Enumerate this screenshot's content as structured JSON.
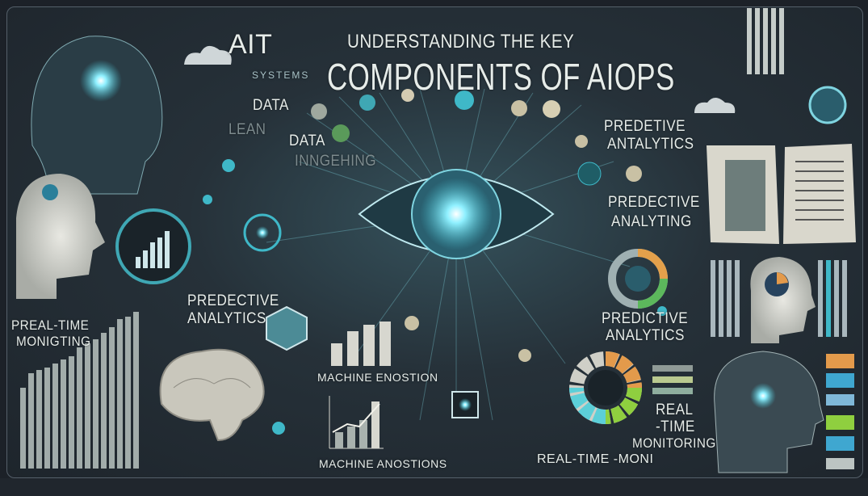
{
  "title": {
    "line1": "UNDERSTANDING THE KEY",
    "line2": "COMPONENTS OF AIOPS"
  },
  "labels": {
    "ait": "AIT",
    "systems": "SYSTEMS",
    "data_1": "DATA",
    "lean": "LEAN",
    "data_2": "DATA",
    "ingehing": "INNGEHING",
    "predetive_1": "PREDETIVE",
    "antalytics": "ANTALYTICS",
    "predective_2": "PREDECTIVE",
    "analyting": "ANALYTING",
    "predictive_3": "PREDICTIVE",
    "analytics_3": "ANALYTICS",
    "predective_left": "PREDECTIVE",
    "analytics_left": "ANALYTICS",
    "real_time_left": "PREAL-TIME",
    "monigting_left": "MONIGTING",
    "machine_enostion": "MACHINE ENOSTION",
    "machine_anostions": "MACHINE ANOSTIONS",
    "real_right": "REAL",
    "time_right": "-TIME",
    "monitoring_right": "MONITORING",
    "real_time_bottom": "REAL-TIME -MONI"
  },
  "colors": {
    "background": "#1e252c",
    "glow": "#7fe8ff",
    "accent_teal": "#3fb8c8",
    "text": "#e6ece9"
  },
  "icons": [
    "eye-icon",
    "head-icon",
    "brain-icon",
    "bar-chart-icon",
    "gauge-icon",
    "book-icon",
    "cloud-icon",
    "chip-icon"
  ]
}
